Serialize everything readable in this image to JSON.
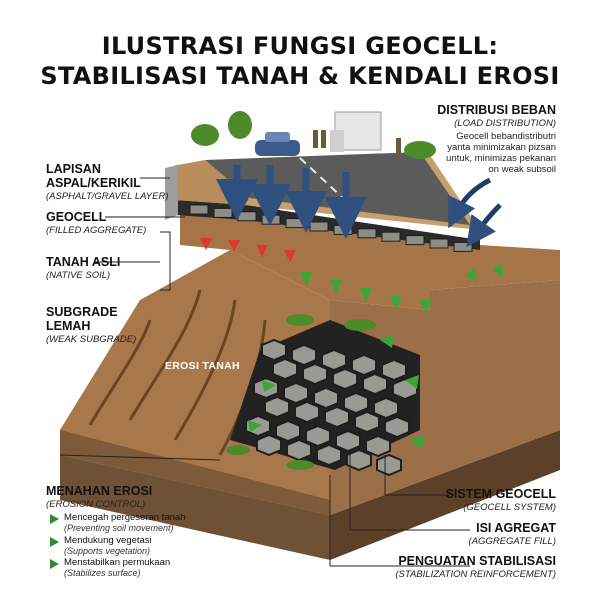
{
  "title": {
    "line1": "ILUSTRASI FUNGSI GEOCELL:",
    "line2": "STABILISASI TANAH & KENDALI EROSI"
  },
  "labels": {
    "asphalt": {
      "main1": "LAPISAN",
      "main2": "ASPAL/KERIKIL",
      "sub": "(ASPHALT/GRAVEL LAYER)"
    },
    "geocell": {
      "main": "GEOCELL",
      "sub": "(FILLED AGGREGATE)"
    },
    "native": {
      "main": "TANAH ASLI",
      "sub": "(NATIVE SOIL)"
    },
    "subgrade": {
      "main1": "SUBGRADE",
      "main2": "LEMAH",
      "sub": "(WEAK SUBGRADE)"
    },
    "load": {
      "main": "DISTRIBUSI BEBAN",
      "sub": "(LOAD DISTRIBUTION)",
      "desc1": "Geocell bebandistributri",
      "desc2": "yanta minimizakan pizsan",
      "desc3": "untuk, minimizas pekanan",
      "desc4": "on weak subsoil"
    },
    "erosion_in": "EROSI TANAH",
    "erosion_control": {
      "main": "MENAHAN EROSI",
      "sub": "(EROSION CONTROL)",
      "items": [
        {
          "text": "Mencegah pergeseran tanah",
          "en": "(Preventing soil movement)"
        },
        {
          "text": "Mendukung vegetasi",
          "en": "(Supports vegetation)"
        },
        {
          "text": "Menstabilkan permukaan",
          "en": "(Stabilizes surface)"
        }
      ]
    },
    "system": {
      "main": "SISTEM GEOCELL",
      "sub": "(GEOCELL SYSTEM)"
    },
    "fill": {
      "main": "ISI AGREGAT",
      "sub": "(AGGREGATE FILL)"
    },
    "reinforce": {
      "main": "PENGUATAN STABILISASI",
      "sub": "(STABILIZATION REINFORCEMENT)"
    }
  },
  "colors": {
    "soil_top": "#b0865a",
    "soil_dark": "#8a5e36",
    "soil_side": "#9b7048",
    "road": "#5b5b5b",
    "arrow_blue": "#2f4f7f",
    "arrow_red": "#d93a2b",
    "arrow_green": "#3aa63a",
    "grass": "#4c8a2a"
  }
}
